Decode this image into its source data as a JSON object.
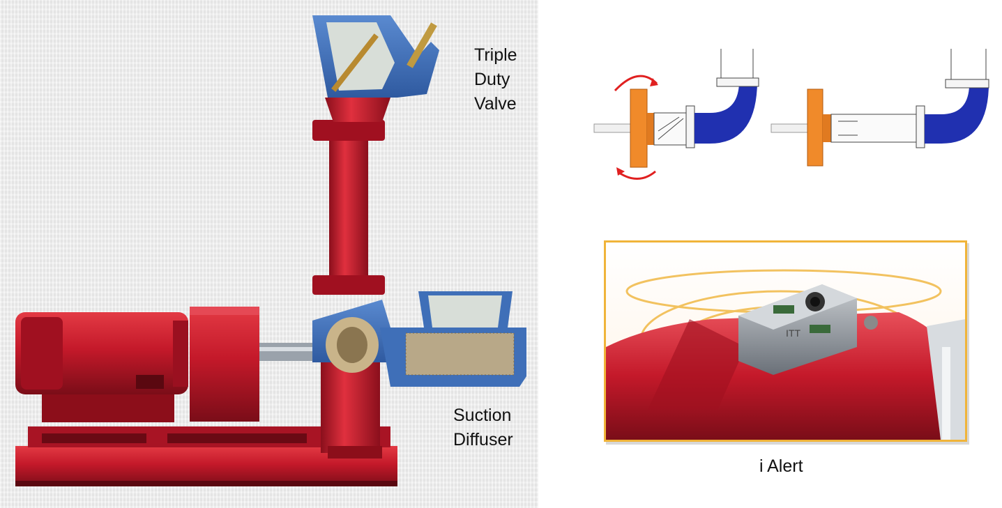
{
  "labels": {
    "triple_duty_valve": "Triple\nDuty\nValve",
    "suction_diffuser": "Suction\nDiffuser",
    "i_alert": "i Alert"
  },
  "colors": {
    "pump_red": "#c4192a",
    "casing_blue": "#3f6fb8",
    "pipe_blue": "#2030b0",
    "flange_orange": "#f08a2a",
    "arrow_red": "#e02020",
    "frame_gold": "#f0b43a"
  }
}
